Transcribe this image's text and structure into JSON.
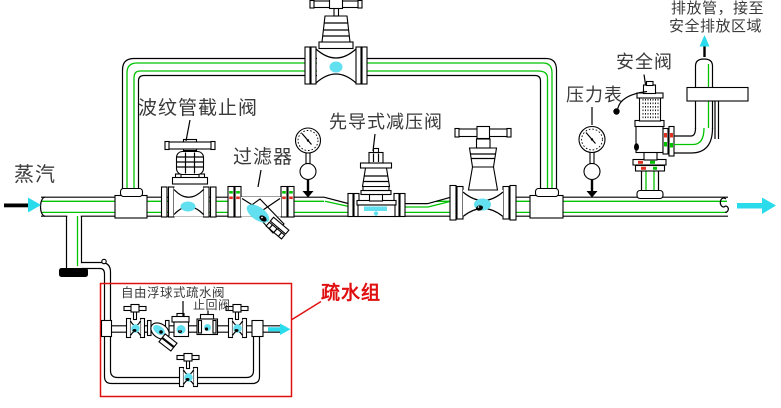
{
  "labels": {
    "steam": "蒸汽",
    "bellows_stop_valve": "波纹管截止阀",
    "strainer": "过滤器",
    "pilot_reducing_valve": "先导式减压阀",
    "pressure_gauge": "压力表",
    "safety_valve": "安全阀",
    "discharge_line_1": "排放管，接至",
    "discharge_line_2": "安全排放区域",
    "drain_group": "疏水组",
    "float_trap": "自由浮球式疏水阀",
    "check_valve": "止回阀"
  },
  "colors": {
    "pipe_line": "#000000",
    "steam_trace_green": "#00c300",
    "flow_arrow_cyan": "#2adbec",
    "condensate_cyan": "#63e0ef",
    "drain_group_red": "#e01010",
    "label_text": "#3a3a3a"
  }
}
